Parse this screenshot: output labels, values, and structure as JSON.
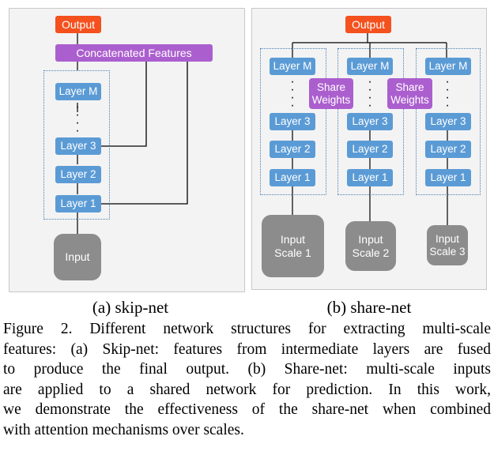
{
  "skip_net": {
    "output": "Output",
    "concat": "Concatenated Features",
    "layer_m": "Layer M",
    "layer_3": "Layer 3",
    "layer_2": "Layer 2",
    "layer_1": "Layer 1",
    "input": "Input",
    "label": "(a) skip-net"
  },
  "share_net": {
    "output": "Output",
    "columns": [
      {
        "layer_m": "Layer M",
        "layer_3": "Layer 3",
        "layer_2": "Layer 2",
        "layer_1": "Layer 1",
        "input_line1": "Input",
        "input_line2": "Scale 1"
      },
      {
        "layer_m": "Layer M",
        "layer_3": "Layer 3",
        "layer_2": "Layer 2",
        "layer_1": "Layer 1",
        "input_line1": "Input",
        "input_line2": "Scale 2"
      },
      {
        "layer_m": "Layer M",
        "layer_3": "Layer 3",
        "layer_2": "Layer 2",
        "layer_1": "Layer 1",
        "input_line1": "Input",
        "input_line2": "Scale 3"
      }
    ],
    "share_weights": [
      {
        "line1": "Share",
        "line2": "Weights"
      },
      {
        "line1": "Share",
        "line2": "Weights"
      }
    ],
    "label": "(b) share-net"
  },
  "caption": {
    "lines": [
      "Figure 2. Different network structures for extracting multi-scale",
      "features: (a) Skip-net: features from intermediate layers are fused",
      "to produce the final output.  (b) Share-net: multi-scale inputs",
      "are applied to a shared network for prediction.  In this work,",
      "we demonstrate the effectiveness of the share-net when combined",
      "with attention mechanisms over scales."
    ]
  }
}
